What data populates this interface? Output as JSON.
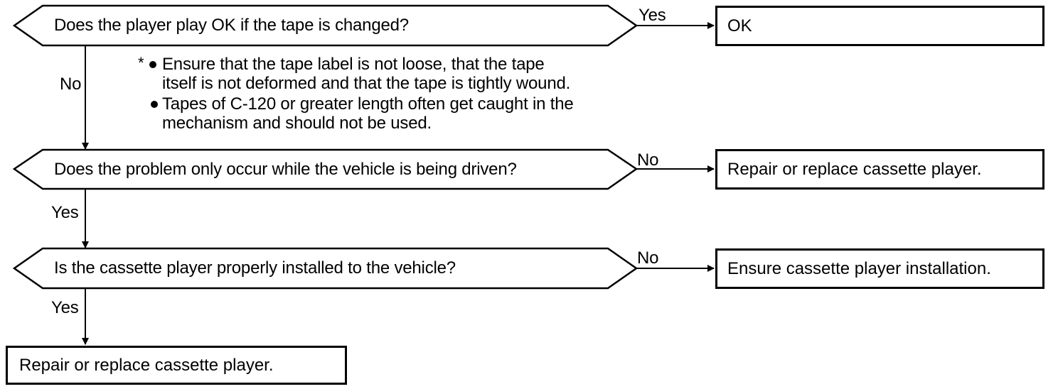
{
  "decisions": [
    {
      "text": "Does the player play OK if the tape is changed?"
    },
    {
      "text": "Does the problem only occur while the vehicle is being driven?"
    },
    {
      "text": "Is the cassette player properly installed to the vehicle?"
    }
  ],
  "results": [
    {
      "text": "OK"
    },
    {
      "text": "Repair or replace cassette player."
    },
    {
      "text": "Ensure cassette player installation."
    },
    {
      "text": "Repair or replace cassette player."
    }
  ],
  "labels": {
    "d1_yes": "Yes",
    "d1_no": "No",
    "d2_no": "No",
    "d2_yes": "Yes",
    "d3_no": "No",
    "d3_yes": "Yes"
  },
  "note": {
    "marker": "*",
    "bullet1_line1": "Ensure that the tape label is not loose, that the tape",
    "bullet1_line2": "itself is not deformed and that the tape is tightly wound.",
    "bullet2_line1": "Tapes of C-120 or greater length often get caught in the",
    "bullet2_line2": "mechanism and should not be used."
  }
}
